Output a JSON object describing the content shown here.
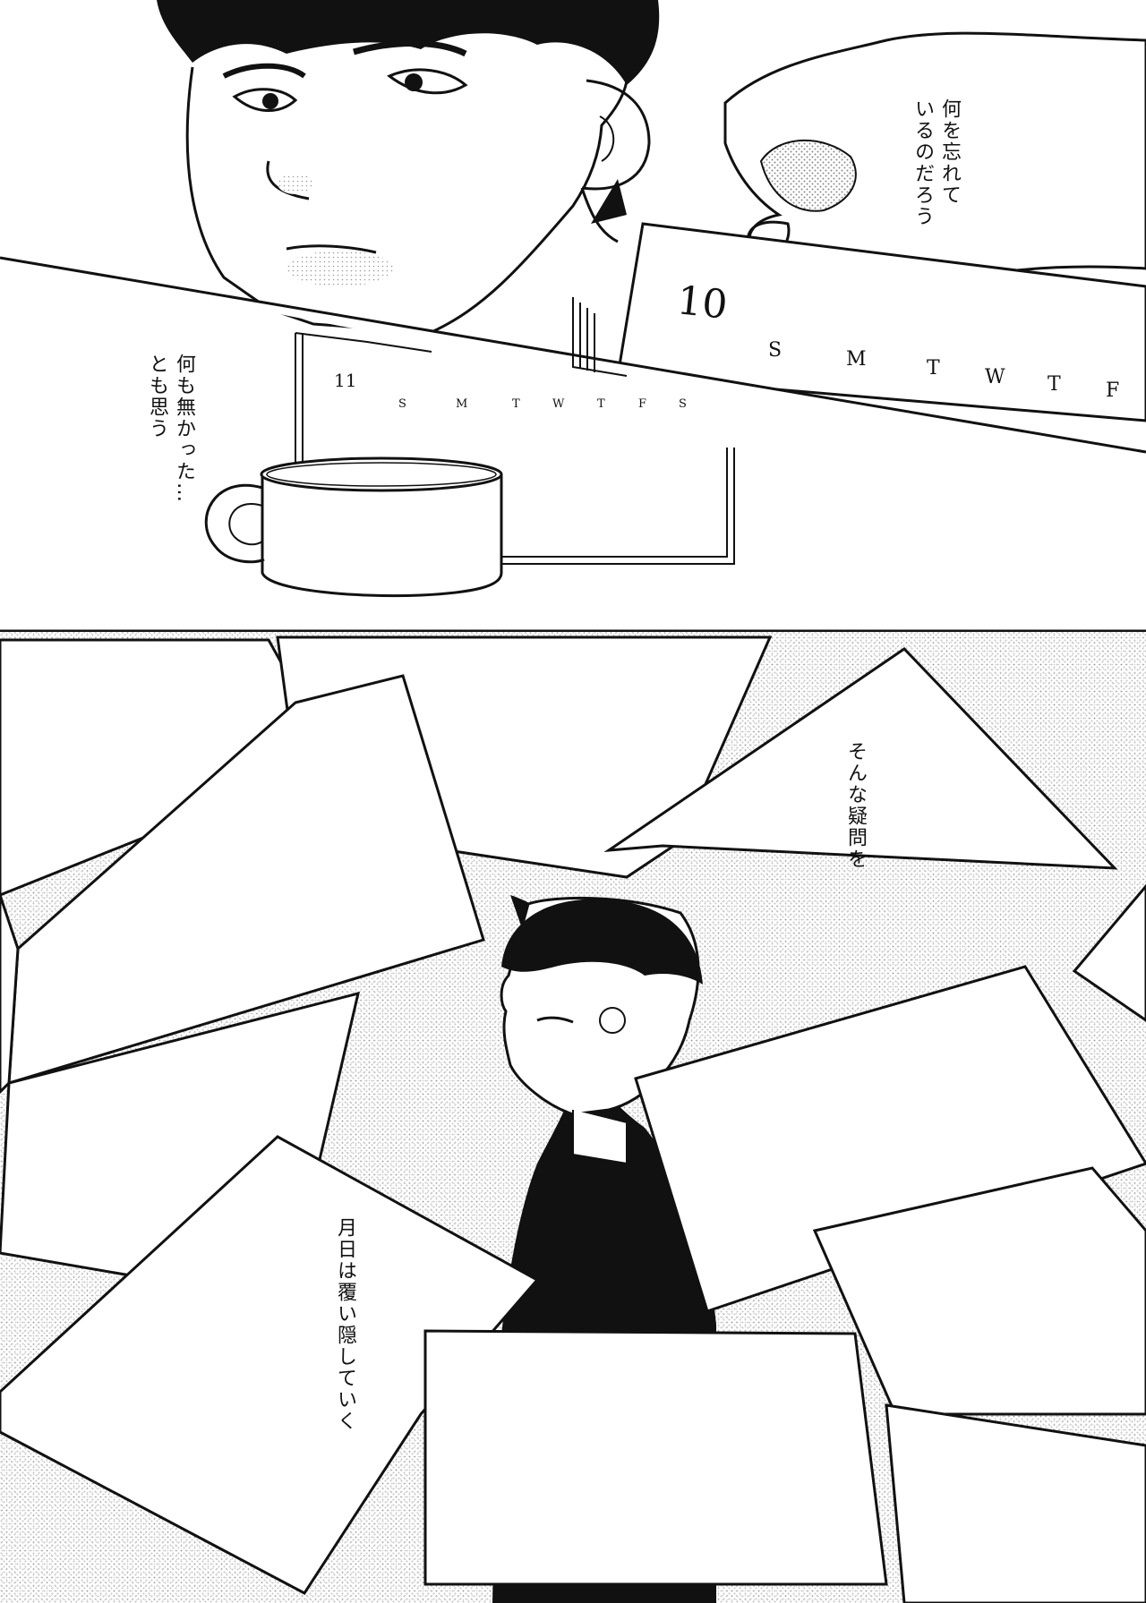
{
  "panel_top": {
    "caption_1": [
      "何を忘れて",
      "いるのだろう"
    ],
    "caption_2": [
      "何も無かった…",
      "とも思う"
    ],
    "calendar_front": {
      "month": "10",
      "weekdays": [
        "S",
        "M",
        "T",
        "W",
        "T",
        "F"
      ]
    },
    "calendar_back": {
      "month": "11",
      "weekdays": [
        "S",
        "M",
        "T",
        "W",
        "T",
        "F",
        "S"
      ]
    }
  },
  "panel_bottom": {
    "caption_1": "そんな疑問を",
    "caption_2": "月日は覆い隠していく"
  },
  "colors": {
    "ink": "#111111",
    "paper": "#ffffff",
    "screentone": "#9a9a9a"
  }
}
